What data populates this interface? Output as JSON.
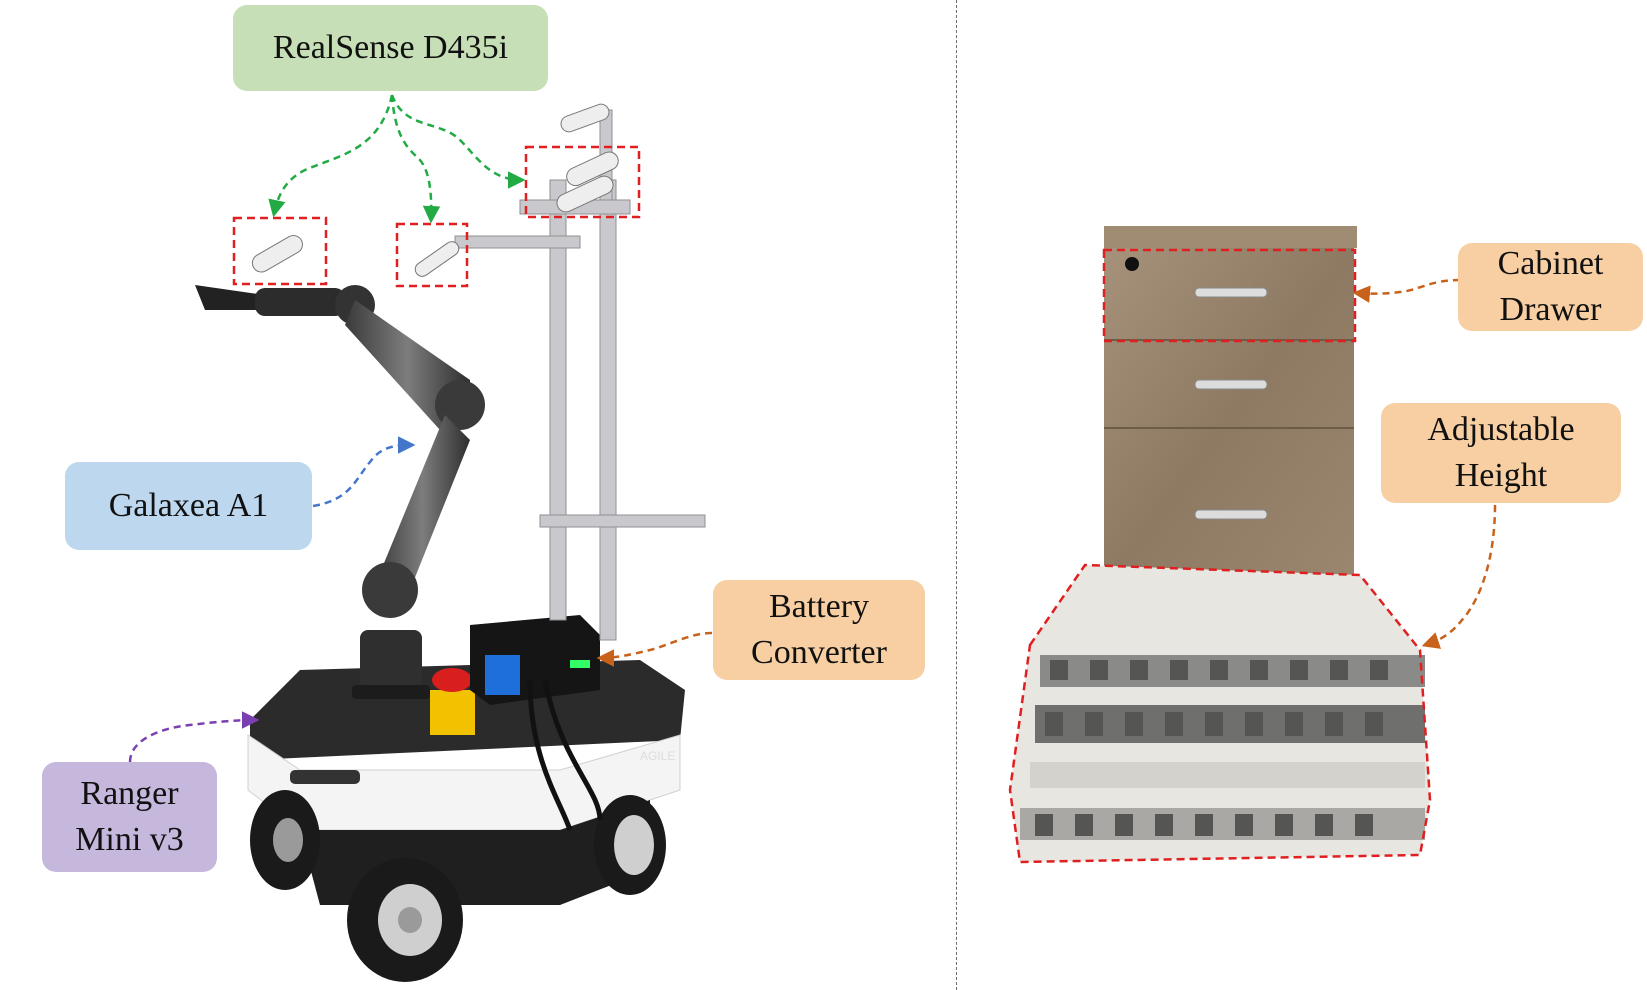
{
  "labels": {
    "camera": "RealSense D435i",
    "arm": "Galaxea A1",
    "base": "Ranger\nMini v3",
    "battery": "Battery\nConverter",
    "drawer": "Cabinet\nDrawer",
    "height": "Adjustable\nHeight"
  },
  "robot_brand_text": "AGILE",
  "colors": {
    "camera_label_bg": "#c6dfb6",
    "camera_arrow": "#22aa44",
    "arm_label_bg": "#bcd7ee",
    "arm_arrow": "#4477cc",
    "orange_label_bg": "#f8cfa3",
    "orange_arrow": "#c8621a",
    "purple_label_bg": "#c6b7dd",
    "purple_arrow": "#7a3fb0",
    "highlight_box": "#e02020"
  },
  "icons": [
    "mobile-manipulator-robot-illustration",
    "cabinet-illustration",
    "foam-mat-stack-illustration"
  ]
}
